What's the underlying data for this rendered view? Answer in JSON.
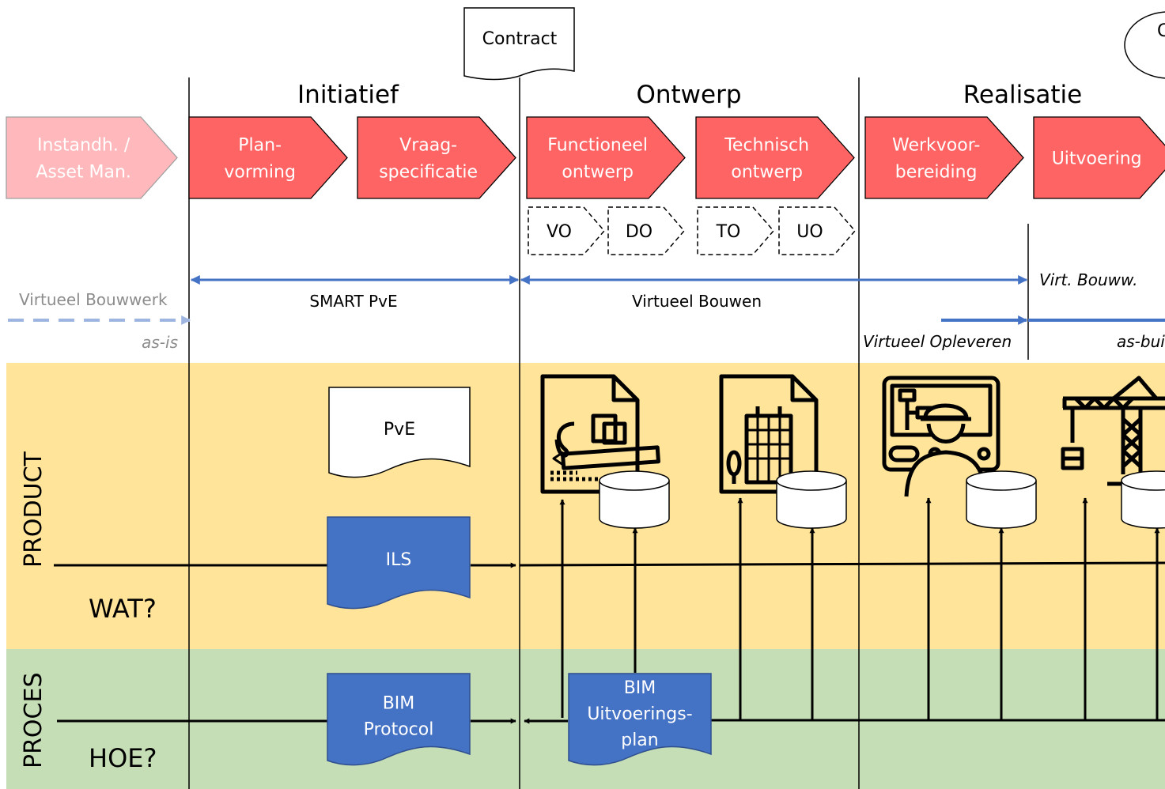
{
  "contract": {
    "label": "Contract"
  },
  "corner_ellipse": {
    "label": "C"
  },
  "phases": [
    {
      "label": "Initiatief"
    },
    {
      "label": "Ontwerp"
    },
    {
      "label": "Realisatie"
    }
  ],
  "steps": [
    {
      "lines": [
        "Instandh. /",
        "Asset Man."
      ],
      "style": "faded"
    },
    {
      "lines": [
        "Plan-",
        "vorming"
      ],
      "style": "solid"
    },
    {
      "lines": [
        "Vraag-",
        "specificatie"
      ],
      "style": "solid"
    },
    {
      "lines": [
        "Functioneel",
        "ontwerp"
      ],
      "style": "solid"
    },
    {
      "lines": [
        "Technisch",
        "ontwerp"
      ],
      "style": "solid"
    },
    {
      "lines": [
        "Werkvoor-",
        "bereiding"
      ],
      "style": "solid"
    },
    {
      "lines": [
        "Uitvoering"
      ],
      "style": "solid"
    }
  ],
  "substeps": [
    {
      "label": "VO"
    },
    {
      "label": "DO"
    },
    {
      "label": "TO"
    },
    {
      "label": "UO"
    }
  ],
  "virtual": {
    "virtueel_bouwwerk": "Virtueel Bouwwerk",
    "as_is": "as-is",
    "smart_pve": "SMART PvE",
    "virtueel_bouwen": "Virtueel Bouwen",
    "virt_bouww": "Virt. Bouww.",
    "virtueel_opleveren": "Virtueel Opleveren",
    "as_built": "as-bui"
  },
  "lanes": {
    "product": {
      "label": "PRODUCT",
      "question": "WAT?",
      "color": "#FFE49A"
    },
    "proces": {
      "label": "PROCES",
      "question": "HOE?",
      "color": "#C5DEB6"
    }
  },
  "documents": {
    "pve": {
      "lines": [
        "PvE"
      ]
    },
    "ils": {
      "lines": [
        "ILS"
      ]
    },
    "bim_protocol": {
      "lines": [
        "BIM",
        "Protocol"
      ]
    },
    "bim_plan": {
      "lines": [
        "BIM",
        "Uitvoerings-",
        "plan"
      ]
    }
  },
  "icons": [
    {
      "name": "drawing-document-icon"
    },
    {
      "name": "building-document-icon"
    },
    {
      "name": "engineer-screen-icon"
    },
    {
      "name": "construction-crane-icon"
    }
  ],
  "colors": {
    "step_fill": "#FF6464",
    "step_faded_fill": "#FFB9BC",
    "doc_blue": "#4472C4",
    "arrow_blue": "#4472C4",
    "faded_arrow_blue": "#9DB5E0"
  }
}
